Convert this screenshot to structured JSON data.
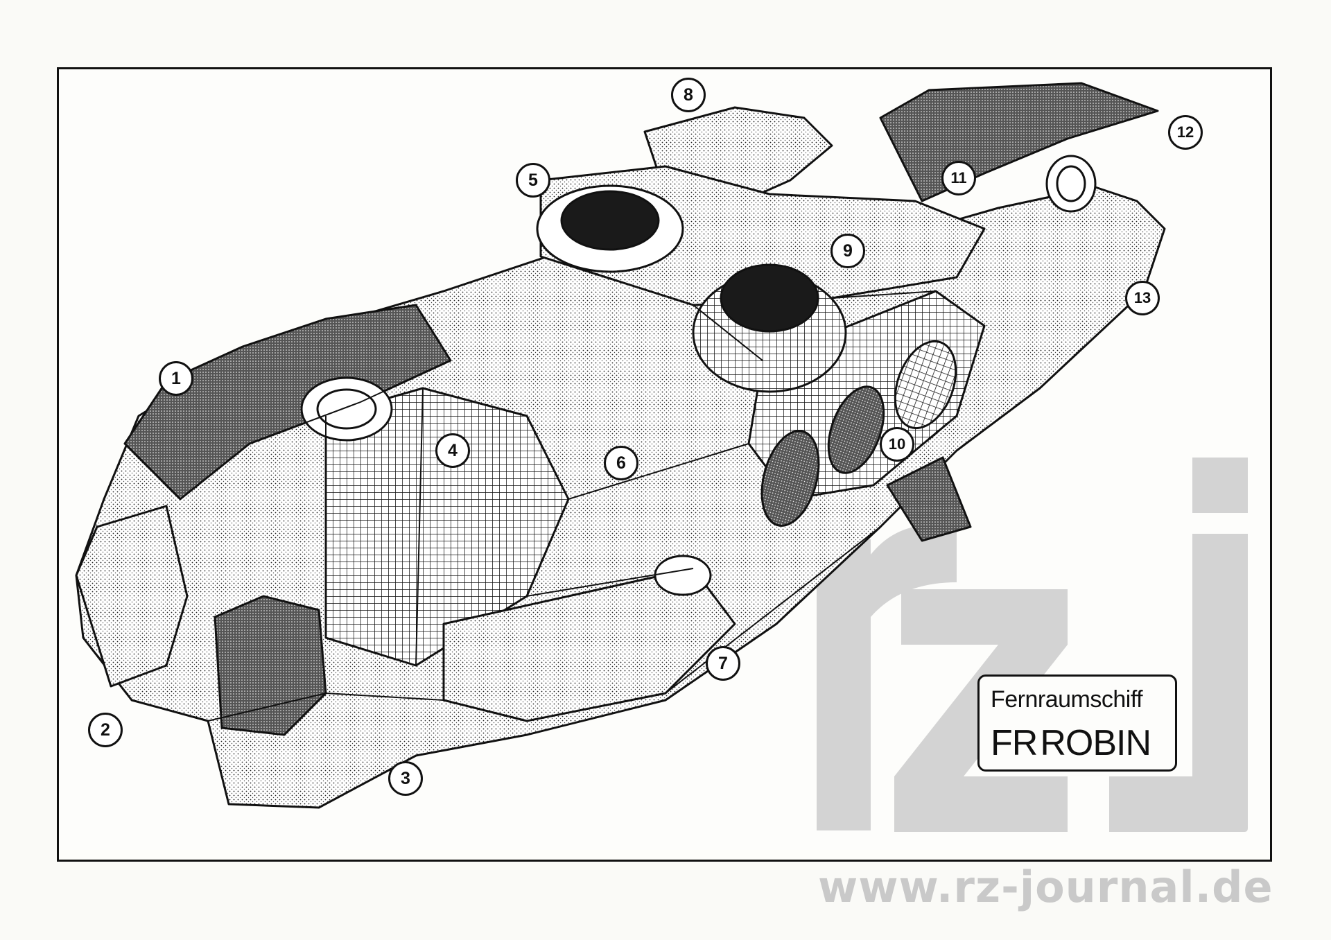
{
  "callouts": [
    {
      "label": "1"
    },
    {
      "label": "2"
    },
    {
      "label": "3"
    },
    {
      "label": "4"
    },
    {
      "label": "5"
    },
    {
      "label": "6"
    },
    {
      "label": "7"
    },
    {
      "label": "8"
    },
    {
      "label": "9"
    },
    {
      "label": "10"
    },
    {
      "label": "11"
    },
    {
      "label": "12"
    },
    {
      "label": "13"
    }
  ],
  "title": {
    "line1": "Fernraumschiff",
    "prefix": "FR",
    "name": "ROBIN"
  },
  "watermark": {
    "logo": "rzj",
    "url": "www.rz-journal.de"
  },
  "colors": {
    "ink": "#111111",
    "watermark": "#c9c9c9",
    "paper": "#fafaf7"
  }
}
